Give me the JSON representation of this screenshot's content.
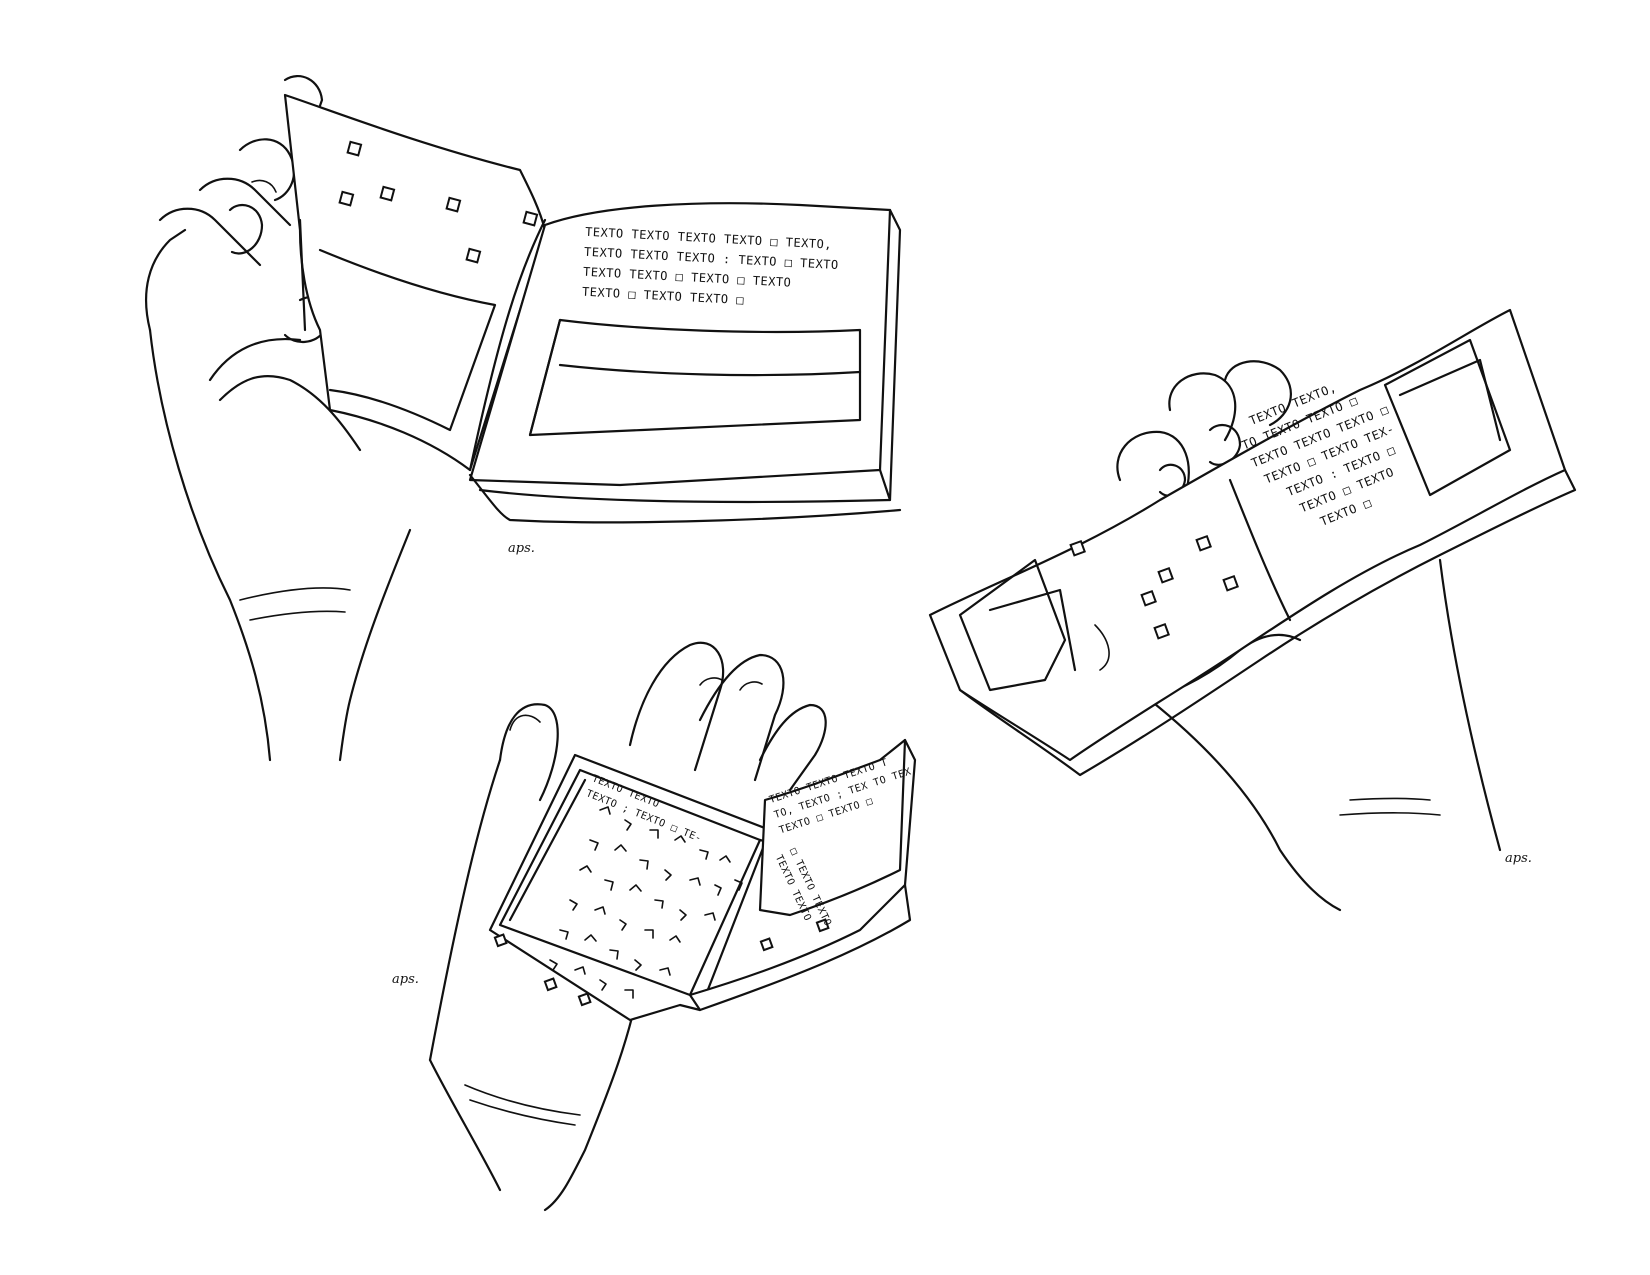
{
  "colors": {
    "ink": "#111111",
    "paper": "#ffffff"
  },
  "signatures": [
    "aps.",
    "aps.",
    "aps."
  ],
  "book_large": {
    "text_lines": [
      "TEXTO TEXTO TEXTO TEXTO □ TEXTO,",
      "TEXTO TEXTO TEXTO : TEXTO □ TEXTO",
      "TEXTO TEXTO □ TEXTO □ TEXTO",
      "TEXTO □ TEXTO TEXTO □"
    ]
  },
  "book_right": {
    "text_lines": [
      "TEXTO TEXTO,",
      "TO TEXTO TEXTO □",
      "TEXTO TEXTO TEXTO □",
      "TEXTO □ TEXTO TEX-",
      "TEXTO : TEXTO □",
      "TEXTO □ TEXTO",
      "TEXTO □"
    ]
  },
  "book_small": {
    "text_lines_left": [
      "TEXTO TEXTO",
      "TEXTO ; TEXTO □ TE-"
    ],
    "text_lines_right": [
      "TEXTO TEXTO TEXTO T",
      "TO, TEXTO ; TEX TO TEX",
      "TEXTO □ TEXTO □",
      "□ TEXTO TEXTO",
      "TEXTO TEXTO"
    ]
  }
}
